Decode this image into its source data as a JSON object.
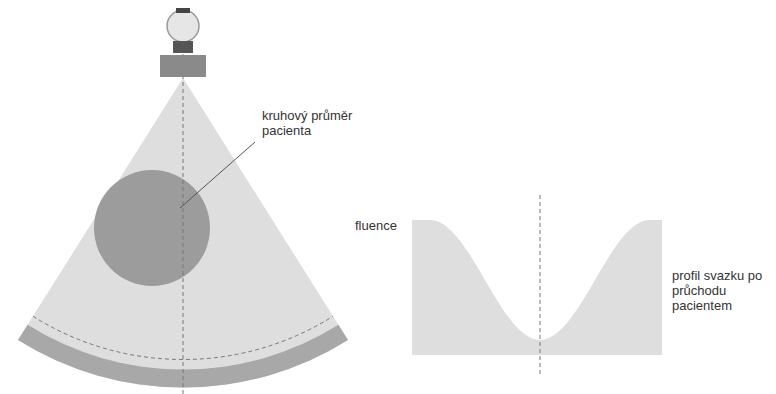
{
  "diagram": {
    "labels": [
      "kruhový průměr pacienta",
      "fluence",
      "profil svazku po průchodu pacientem"
    ]
  }
}
